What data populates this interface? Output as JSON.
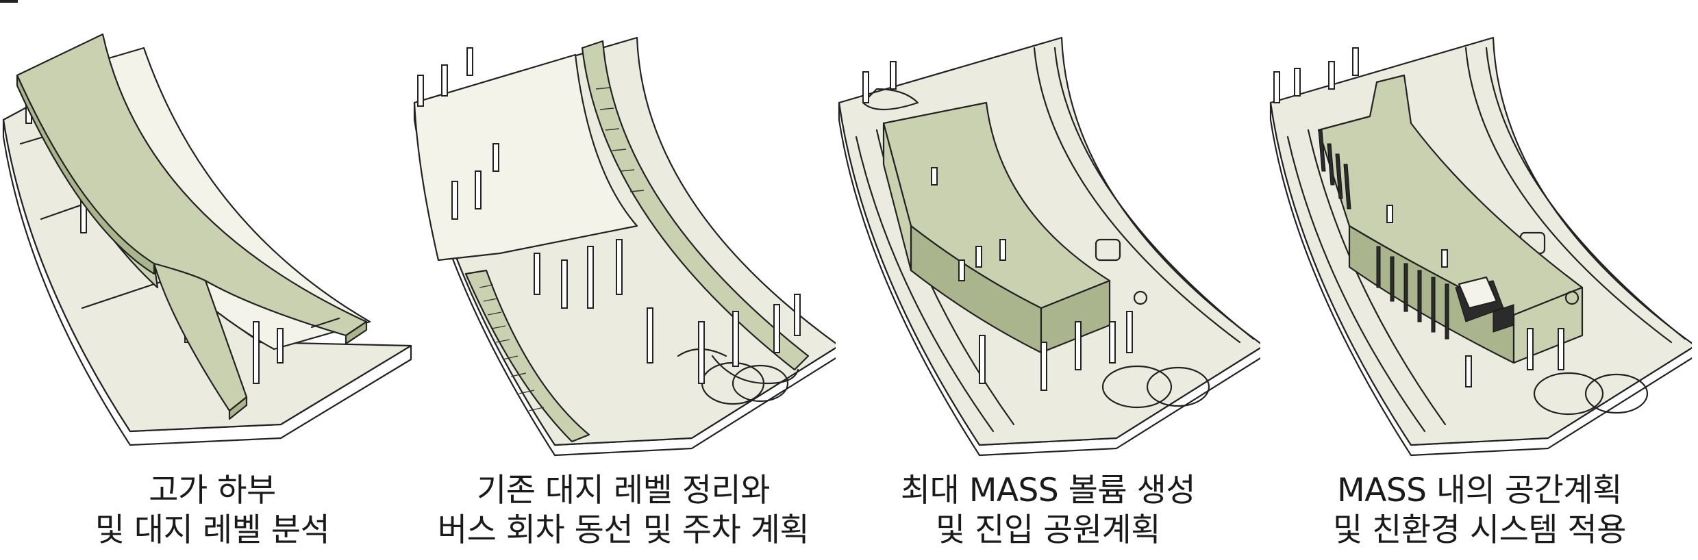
{
  "panels": [
    {
      "id": "panel-1",
      "caption_line1": "고가 하부",
      "caption_line2": "및 대지 레벨 분석"
    },
    {
      "id": "panel-2",
      "caption_line1": "기존 대지 레벨 정리와",
      "caption_line2": "버스 회차 동선 및 주차 계획"
    },
    {
      "id": "panel-3",
      "caption_line1": "최대 MASS 볼륨 생성",
      "caption_line2": "및 진입 공원계획"
    },
    {
      "id": "panel-4",
      "caption_line1": "MASS 내의 공간계획",
      "caption_line2": "및 친환경 시스템 적용"
    }
  ],
  "colors": {
    "green": "#c9d1b0",
    "base": "#ecebe0",
    "line": "#222222"
  }
}
